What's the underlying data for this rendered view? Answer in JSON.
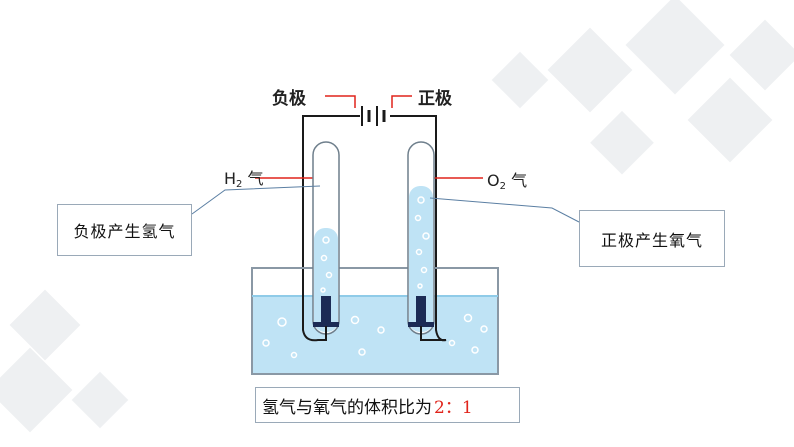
{
  "labels": {
    "negative_pole": "负极",
    "positive_pole": "正极",
    "hydrogen_gas_prefix": "H",
    "hydrogen_gas_sub": "2",
    "hydrogen_gas_suffix": "气",
    "oxygen_gas_prefix": "O",
    "oxygen_gas_sub": "2",
    "oxygen_gas_suffix": "气"
  },
  "callouts": {
    "negative": "负极产生氢气",
    "positive": "正极产生氧气"
  },
  "ratio": {
    "text": "氢气与氧气的体积比为",
    "value": "2：1"
  },
  "colors": {
    "water": "#bfe3f5",
    "water_dark": "#8fcbe8",
    "accent_red": "#e0241b",
    "wire": "#1a1a1a",
    "tube_outline": "#6f7f8c"
  }
}
